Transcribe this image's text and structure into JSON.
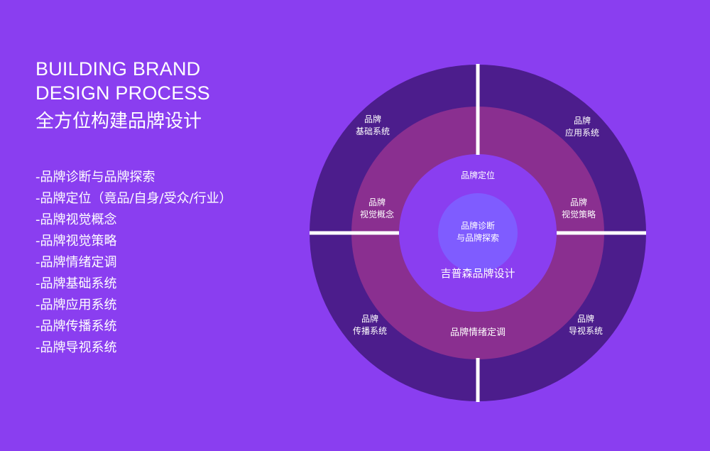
{
  "heading": {
    "en_line1": "BUILDING BRAND",
    "en_line2": "DESIGN PROCESS",
    "cn": "全方位构建品牌设计"
  },
  "list": [
    "-品牌诊断与品牌探索",
    "-品牌定位（竟品/自身/受众/行业）",
    "-品牌视觉概念",
    "-品牌视觉策略",
    "-品牌情绪定调",
    "-品牌基础系统",
    "-品牌应用系统",
    "-品牌传播系统",
    "-品牌导视系统"
  ],
  "diagram": {
    "outer": {
      "top_left": [
        "品牌",
        "基础系统"
      ],
      "top_right": [
        "品牌",
        "应用系统"
      ],
      "bottom_left": [
        "品牌",
        "传播系统"
      ],
      "bottom_right": [
        "品牌",
        "导视系统"
      ]
    },
    "middle": {
      "left": [
        "品牌",
        "视觉概念"
      ],
      "right": [
        "品牌",
        "视觉策略"
      ],
      "bottom": "品牌情绪定调"
    },
    "inner": {
      "top": "品牌定位",
      "bottom": "吉普森品牌设计"
    },
    "center": [
      "品牌诊断",
      "与品牌探索"
    ]
  },
  "colors": {
    "background": "#8a3ef0",
    "outer_ring": "#4c1d8c",
    "middle_ring": "#8a2f90",
    "inner_circle": "#8a3ef0",
    "center_circle": "#7f5cff",
    "divider": "#ffffff"
  }
}
